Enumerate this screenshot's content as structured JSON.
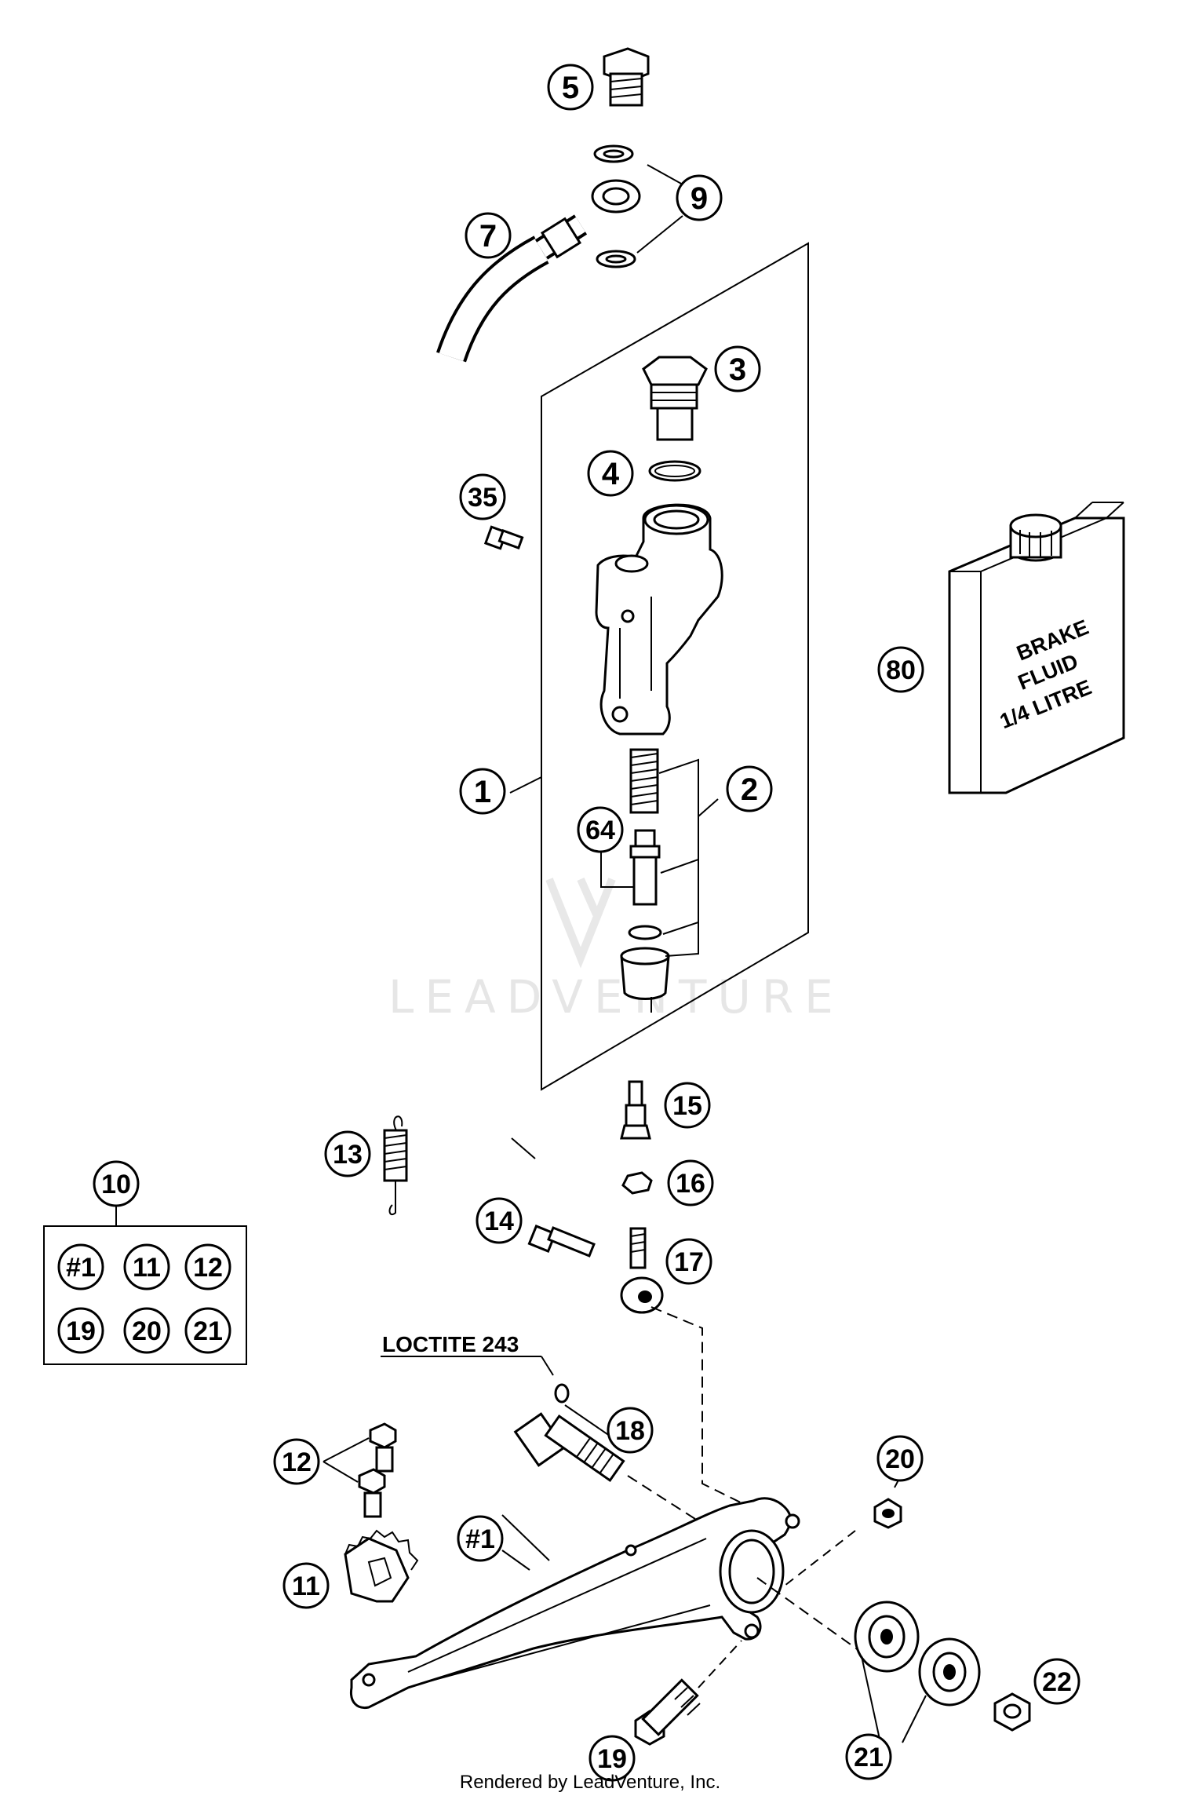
{
  "callouts": {
    "c1": "1",
    "c2": "2",
    "c3": "3",
    "c4": "4",
    "c5": "5",
    "c7": "7",
    "c9": "9",
    "c10": "10",
    "c11": "11",
    "c12": "12",
    "c13": "13",
    "c14": "14",
    "c15": "15",
    "c16": "16",
    "c17": "17",
    "c18": "18",
    "c19": "19",
    "c20": "20",
    "c21": "21",
    "c22": "22",
    "c35": "35",
    "c64": "64",
    "c80": "80",
    "c_pedal": "#1"
  },
  "kit": {
    "label": "10",
    "items": [
      "#1",
      "11",
      "12",
      "19",
      "20",
      "21"
    ]
  },
  "notes": {
    "loctite": "LOCTITE 243"
  },
  "fluid_can": {
    "line1": "BRAKE",
    "line2": "FLUID",
    "line3": "1/4 LITRE"
  },
  "watermark": "LEADVENTURE",
  "footer": "Rendered by LeadVenture, Inc."
}
